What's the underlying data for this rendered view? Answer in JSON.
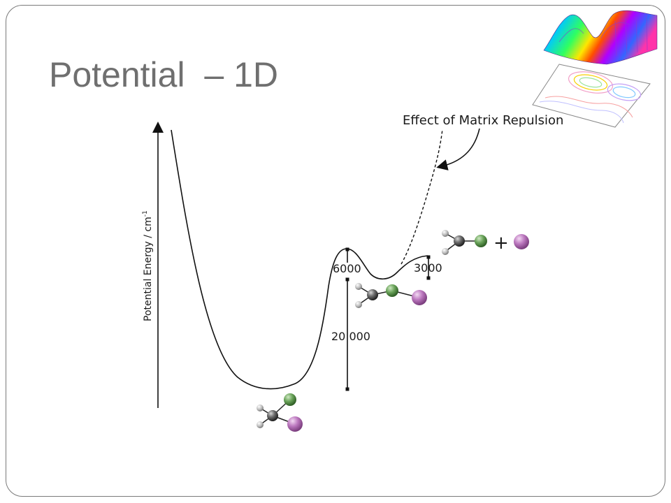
{
  "slide": {
    "title": "Potential  – 1D"
  },
  "diagram": {
    "y_axis_label": "Potential Energy / cm",
    "y_axis_superscript": "-1",
    "annotation": "Effect of Matrix Repulsion",
    "energy_labels": {
      "well_depth": "20 000",
      "barrier": "6000",
      "dissociation": "3000"
    },
    "plus_sign": "+",
    "colors": {
      "carbon": "#4a4a4a",
      "hydrogen": "#bdbdbd",
      "green_atom": "#5f9a4e",
      "purple_atom": "#b76fba",
      "curve": "#111111"
    }
  }
}
